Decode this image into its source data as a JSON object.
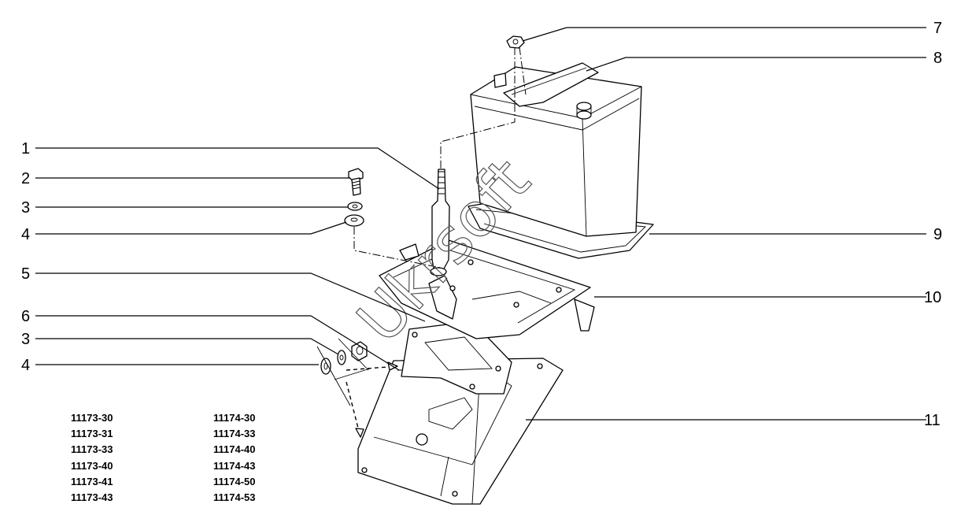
{
  "callouts": {
    "c1": "1",
    "c2": "2",
    "c3a": "3",
    "c4a": "4",
    "c5": "5",
    "c6": "6",
    "c3b": "3",
    "c4b": "4",
    "c7": "7",
    "c8": "8",
    "c9": "9",
    "c10": "10",
    "c11": "11"
  },
  "codes": {
    "left": [
      "11173-30",
      "11173-31",
      "11173-33",
      "11173-40",
      "11173-41",
      "11173-43"
    ],
    "right": [
      "11174-30",
      "11174-33",
      "11174-40",
      "11174-43",
      "11174-50",
      "11174-53"
    ]
  },
  "watermark": "Ukrsoft",
  "colors": {
    "ink": "#000000",
    "paper": "#ffffff"
  }
}
